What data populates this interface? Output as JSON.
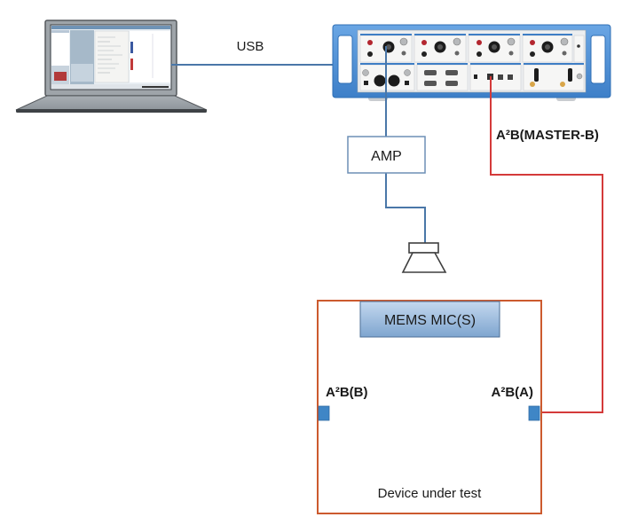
{
  "diagram": {
    "title": "A2B MEMS microphone test setup",
    "nodes": {
      "pc": {
        "label": "",
        "icon": "laptop-icon"
      },
      "analyzer": {
        "label": "",
        "icon": "audio-analyzer-icon"
      },
      "amp": {
        "label": "AMP"
      },
      "speaker": {
        "icon": "speaker-icon"
      },
      "dut": {
        "label": "Device under test"
      },
      "mems": {
        "label": "MEMS MIC(S)"
      },
      "port_b": {
        "label": "A²B(B)"
      },
      "port_a": {
        "label": "A²B(A)"
      }
    },
    "connections": [
      {
        "from": "pc",
        "to": "analyzer",
        "label": "USB",
        "color": "#4a77a8"
      },
      {
        "from": "analyzer",
        "to": "amp",
        "label": "",
        "color": "#4a77a8"
      },
      {
        "from": "amp",
        "to": "speaker",
        "label": "",
        "color": "#4a77a8"
      },
      {
        "from": "analyzer",
        "to": "port_a",
        "label": "A²B(MASTER-B)",
        "color": "#d43a3a"
      }
    ],
    "colors": {
      "analog_line": "#4a77a8",
      "a2b_line": "#d43a3a",
      "dut_border": "#cc5a2e",
      "port_fill": "#3f86c6",
      "mems_fill_top": "#b9d0ea",
      "mems_fill_bottom": "#7fa6d0",
      "device_frame": "#4a8fd6"
    }
  }
}
